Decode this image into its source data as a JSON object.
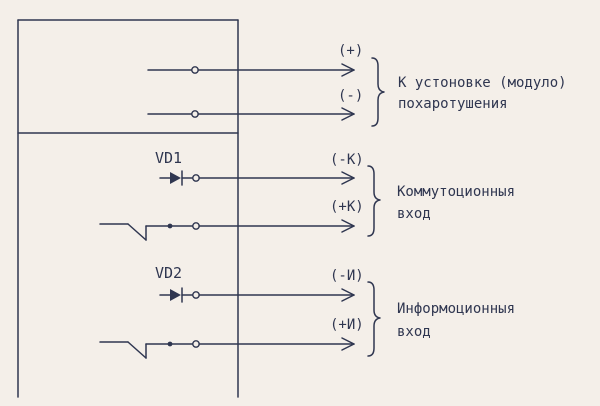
{
  "diagram": {
    "components": {
      "vd1": "VD1",
      "vd2": "VD2"
    },
    "terminals": {
      "plus": "(+)",
      "minus": "(-)",
      "minus_k": "(-K)",
      "plus_k": "(+K)",
      "minus_i": "(-И)",
      "plus_i": "(+И)"
    },
    "groups": {
      "extinguisher": {
        "line1": "К устоновке (модуло)",
        "line2": "похаротушения"
      },
      "switching": {
        "line1": "Коммутоционныя",
        "line2": "вход"
      },
      "info": {
        "line1": "Информоционныя",
        "line2": "вход"
      }
    },
    "colors": {
      "ink": "#2f3650",
      "paper": "#f4efe9"
    }
  }
}
